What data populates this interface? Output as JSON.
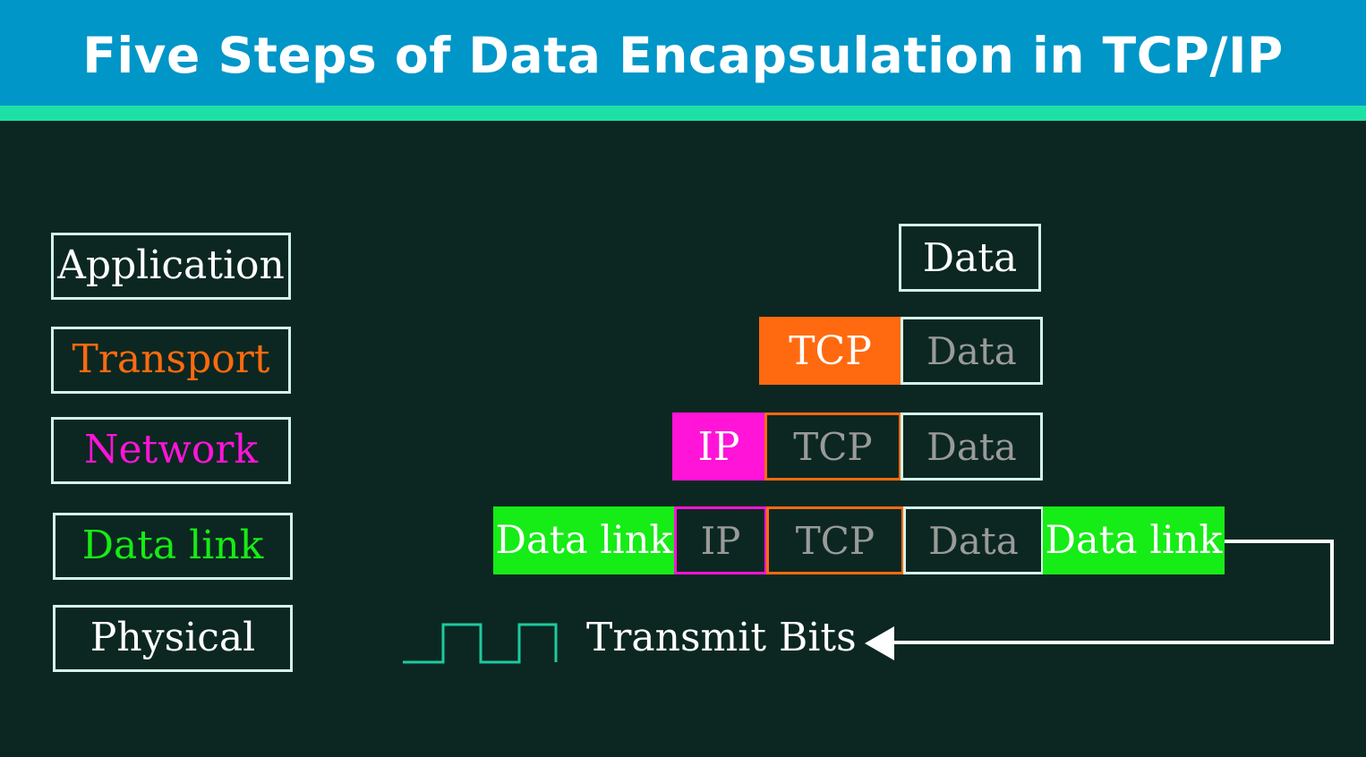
{
  "title": "Five Steps of Data Encapsulation in TCP/IP",
  "layers": [
    {
      "label": "Application",
      "color": "#ffffff"
    },
    {
      "label": "Transport",
      "color": "#ff6a10"
    },
    {
      "label": "Network",
      "color": "#ff14d8"
    },
    {
      "label": "Data link",
      "color": "#16ec16"
    },
    {
      "label": "Physical",
      "color": "#ffffff"
    }
  ],
  "encapsulation": {
    "application": {
      "data": "Data"
    },
    "transport": {
      "tcp": "TCP",
      "data": "Data"
    },
    "network": {
      "ip": "IP",
      "tcp": "TCP",
      "data": "Data"
    },
    "datalink": {
      "header": "Data link",
      "ip": "IP",
      "tcp": "TCP",
      "data": "Data",
      "trailer": "Data link"
    }
  },
  "transmit_label": "Transmit Bits",
  "colors": {
    "header_bg": "#0096c8",
    "stripe": "#1ee0a6",
    "background": "#0c2721",
    "tcp": "#ff6a10",
    "ip": "#ff14d8",
    "datalink": "#16ec16",
    "box_border": "#d2f4ea",
    "muted_text": "#9a9a9a",
    "signal": "#1ec9a0"
  }
}
